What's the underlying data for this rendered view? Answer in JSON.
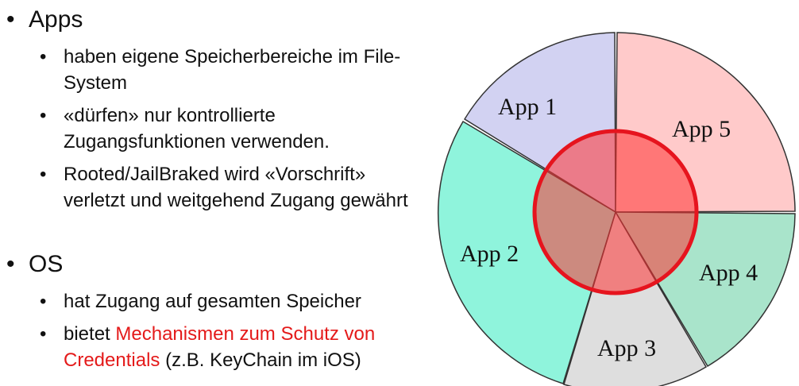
{
  "bullets": {
    "apps": {
      "title": "Apps",
      "sub": [
        "haben eigene Speicherbereiche im File-System",
        "«dürfen» nur kontrollierte Zugangsfunktionen verwenden.",
        "Rooted/JailBraked wird «Vorschrift» verletzt und weitgehend Zugang gewährt"
      ]
    },
    "os": {
      "title": "OS",
      "sub1": "hat Zugang auf gesamten Speicher",
      "sub2_prefix": "bietet ",
      "sub2_highlight": "Mechanismen zum Schutz von Credentials",
      "sub2_suffix": " (z.B. KeyChain im iOS)"
    },
    "bullet_symbol": "•"
  },
  "diagram": {
    "slices": [
      {
        "label": "App 1",
        "color": "#d2d2f2"
      },
      {
        "label": "App 5",
        "color": "#ffcaca"
      },
      {
        "label": "App 4",
        "color": "#a9e4cb"
      },
      {
        "label": "App 3",
        "color": "#dedede"
      },
      {
        "label": "App 2",
        "color": "#8ff4dc"
      }
    ],
    "center_circle": {
      "stroke": "#e6141e",
      "fill": "#ff3333"
    }
  }
}
